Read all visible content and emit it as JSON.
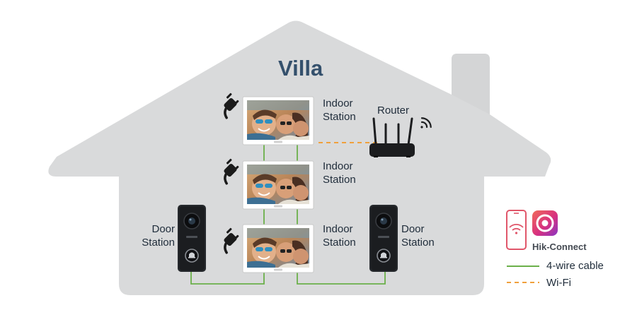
{
  "title": "Villa",
  "indoor_station_label": [
    "Indoor",
    "Station"
  ],
  "door_station_label": [
    "Door",
    "Station"
  ],
  "router_label": "Router",
  "app_name": "Hik-Connect",
  "legend": {
    "wire": "4-wire cable",
    "wifi": "Wi-Fi"
  },
  "colors": {
    "house": "#d9dadb",
    "wire": "#6bb04a",
    "wifi": "#f0a03c",
    "title": "#34506c",
    "phone": "#e0566a",
    "app": "#c8337a"
  },
  "icons": {
    "plug": "plug-icon",
    "router": "router-icon",
    "wifi_signal": "wifi-signal-icon",
    "phone": "phone-wifi-icon",
    "app": "hik-connect-app-icon"
  }
}
